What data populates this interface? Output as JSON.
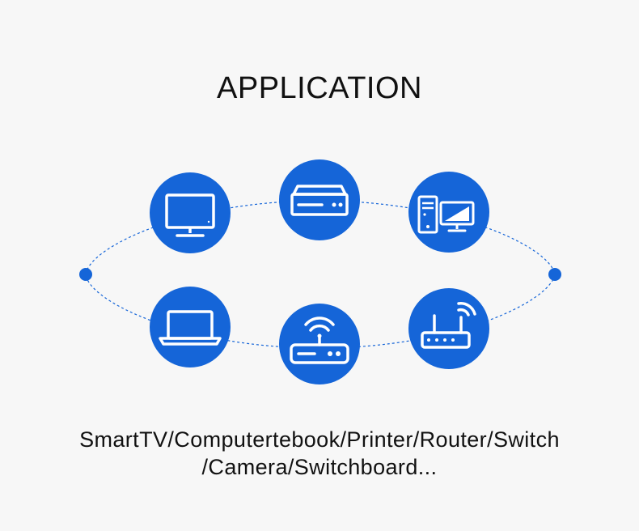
{
  "title": "APPLICATION",
  "caption": {
    "line1": "SmartTV/Computertebook/Printer/Router/Switch",
    "line2": "/Camera/Switchboard..."
  },
  "colors": {
    "accent": "#1565d8",
    "background": "#f7f7f7",
    "text": "#111111",
    "icon": "#ffffff"
  },
  "nodes": [
    {
      "icon": "tv-monitor-icon"
    },
    {
      "icon": "set-top-box-icon"
    },
    {
      "icon": "desktop-computer-icon"
    },
    {
      "icon": "laptop-icon"
    },
    {
      "icon": "wifi-modem-icon"
    },
    {
      "icon": "router-icon"
    }
  ]
}
